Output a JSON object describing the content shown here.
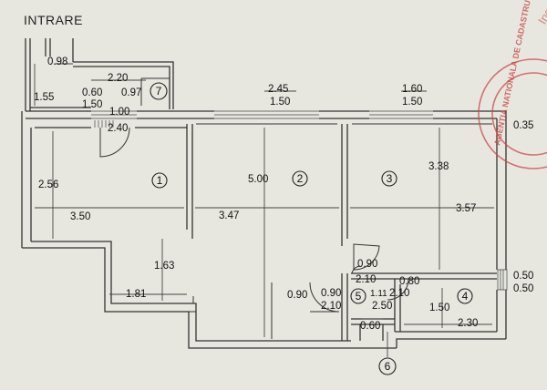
{
  "title": "INTRARE",
  "dimensions": {
    "d098": "0.98",
    "d155": "1.55",
    "d220": "2.20",
    "d060a": "0.60",
    "d097": "0.97",
    "d150a": "1.50",
    "d100": "1.00",
    "d240": "2.40",
    "d245": "2.45",
    "d150b": "1.50",
    "d160": "1.60",
    "d150c": "1.50",
    "d035": "0.35",
    "d256": "2.56",
    "d500": "5.00",
    "d338": "3.38",
    "d350": "3.50",
    "d347": "3.47",
    "d357": "3.57",
    "d163": "1.63",
    "d181": "1.81",
    "d090a": "0.90",
    "d210a": "2.10",
    "d080": "0.80",
    "d210b": "2.10",
    "d050a": "0.50",
    "d050b": "0.50",
    "d090b": "0.90",
    "d090c": "0.90",
    "d210c": "2.10",
    "d111": "1.11",
    "d250": "2.50",
    "d150d": "1.50",
    "d230": "2.30",
    "d060b": "0.60"
  },
  "rooms": {
    "r1": "1",
    "r2": "2",
    "r3": "3",
    "r4": "4",
    "r5": "5",
    "r6": "6",
    "r7": "7"
  },
  "stamp": {
    "ring": "AGENTIA NATIONALA DE CADASTRU",
    "top_fragment": "Ing"
  },
  "colors": {
    "paper": "#e7e7e0",
    "ink": "#333333",
    "stamp": "#c94a4a"
  }
}
